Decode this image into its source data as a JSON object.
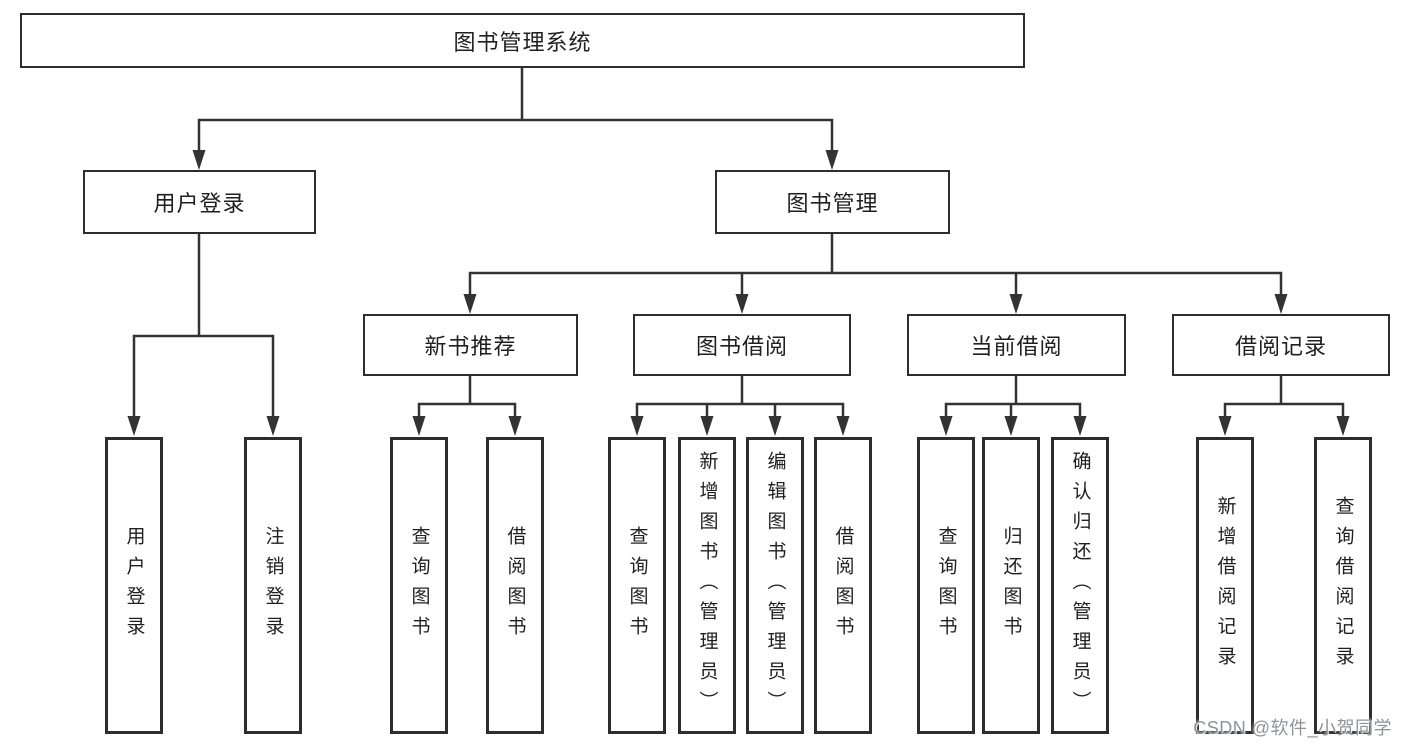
{
  "tree": {
    "label": "图书管理系统",
    "children": [
      {
        "label": "用户登录",
        "children": [
          {
            "label": "用户登录"
          },
          {
            "label": "注销登录"
          }
        ]
      },
      {
        "label": "图书管理",
        "children": [
          {
            "label": "新书推荐",
            "children": [
              {
                "label": "查询图书"
              },
              {
                "label": "借阅图书"
              }
            ]
          },
          {
            "label": "图书借阅",
            "children": [
              {
                "label": "查询图书"
              },
              {
                "label": "新增图书（管理员）"
              },
              {
                "label": "编辑图书（管理员）"
              },
              {
                "label": "借阅图书"
              }
            ]
          },
          {
            "label": "当前借阅",
            "children": [
              {
                "label": "查询图书"
              },
              {
                "label": "归还图书"
              },
              {
                "label": "确认归还（管理员）"
              }
            ]
          },
          {
            "label": "借阅记录",
            "children": [
              {
                "label": "新增借阅记录"
              },
              {
                "label": "查询借阅记录"
              }
            ]
          }
        ]
      }
    ]
  },
  "watermark": {
    "text": "CSDN @软件_小贺同学"
  },
  "colors": {
    "line": "#333333",
    "border": "#2d2d2d",
    "text": "#1f1f1f",
    "background": "#ffffff",
    "watermark": "#8d939c"
  }
}
